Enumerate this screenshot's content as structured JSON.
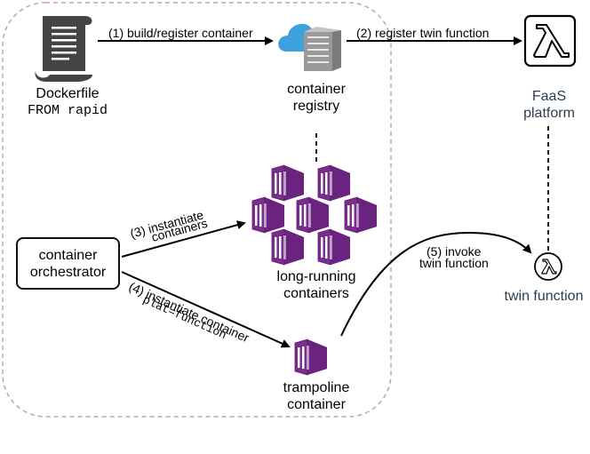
{
  "nodes": {
    "dockerfile": {
      "label": "Dockerfile",
      "code": "FROM rapid"
    },
    "registry": {
      "label_line1": "container",
      "label_line2": "registry"
    },
    "faas": {
      "label_line1": "FaaS",
      "label_line2": "platform"
    },
    "orchestrator": {
      "label_line1": "container",
      "label_line2": "orchestrator"
    },
    "long_running": {
      "label_line1": "long-running",
      "label_line2": "containers"
    },
    "trampoline": {
      "label_line1": "trampoline",
      "label_line2": "container"
    },
    "twin": {
      "label": "twin function"
    }
  },
  "edges": {
    "e1": "(1) build/register container",
    "e2": "(2) register twin function",
    "e3_line1": "(3) instantiate",
    "e3_line2": "containers",
    "e4_line1": "(4) instantiate container",
    "e4_code": "plat=function",
    "e5_line1": "(5) invoke",
    "e5_line2": "twin function"
  },
  "colors": {
    "boundary": "#c9a0a8",
    "container_purple": "#7b2d8e",
    "cloud_blue": "#3da2dc",
    "faas_text": "#2c3e50",
    "icon_dark": "#444444"
  }
}
